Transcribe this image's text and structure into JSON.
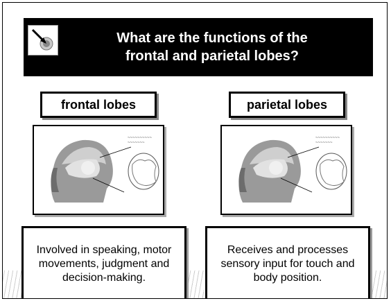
{
  "slide": {
    "title_line1": "What are the functions of the",
    "title_line2": "frontal and parietal lobes?"
  },
  "columns": [
    {
      "label": "frontal lobes",
      "description": "Involved in speaking, motor movements, judgment and decision-making."
    },
    {
      "label": "parietal lobes",
      "description": "Receives and processes sensory input for touch and body position."
    }
  ],
  "icons": {
    "logo": "arrow-target-icon",
    "brain_figure": "brain-head-diagram"
  },
  "colors": {
    "title_bg": "#000000",
    "title_text": "#ffffff",
    "box_border": "#000000"
  }
}
